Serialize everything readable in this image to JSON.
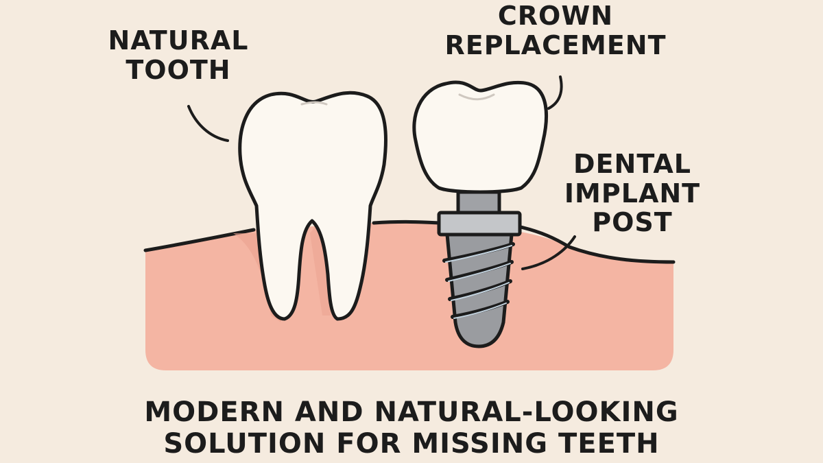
{
  "diagram": {
    "labels": {
      "natural_tooth": {
        "line1": "NATURAL",
        "line2": "TOOTH"
      },
      "crown": {
        "line1": "CROWN",
        "line2": "REPLACEMENT"
      },
      "implant": {
        "line1": "DENTAL",
        "line2": "IMPLANT",
        "line3": "POST"
      }
    },
    "caption": {
      "line1": "MODERN AND NATURAL-LOOKING",
      "line2": "SOLUTION FOR MISSING TEETH"
    },
    "colors": {
      "background": "#f5ebdf",
      "gum": "#f4b5a3",
      "gum_shadow": "#e9a190",
      "tooth": "#fcf8f1",
      "outline": "#1c1c1c",
      "metal": "#9a9ca0",
      "metal_light": "#c4c6c9"
    }
  }
}
